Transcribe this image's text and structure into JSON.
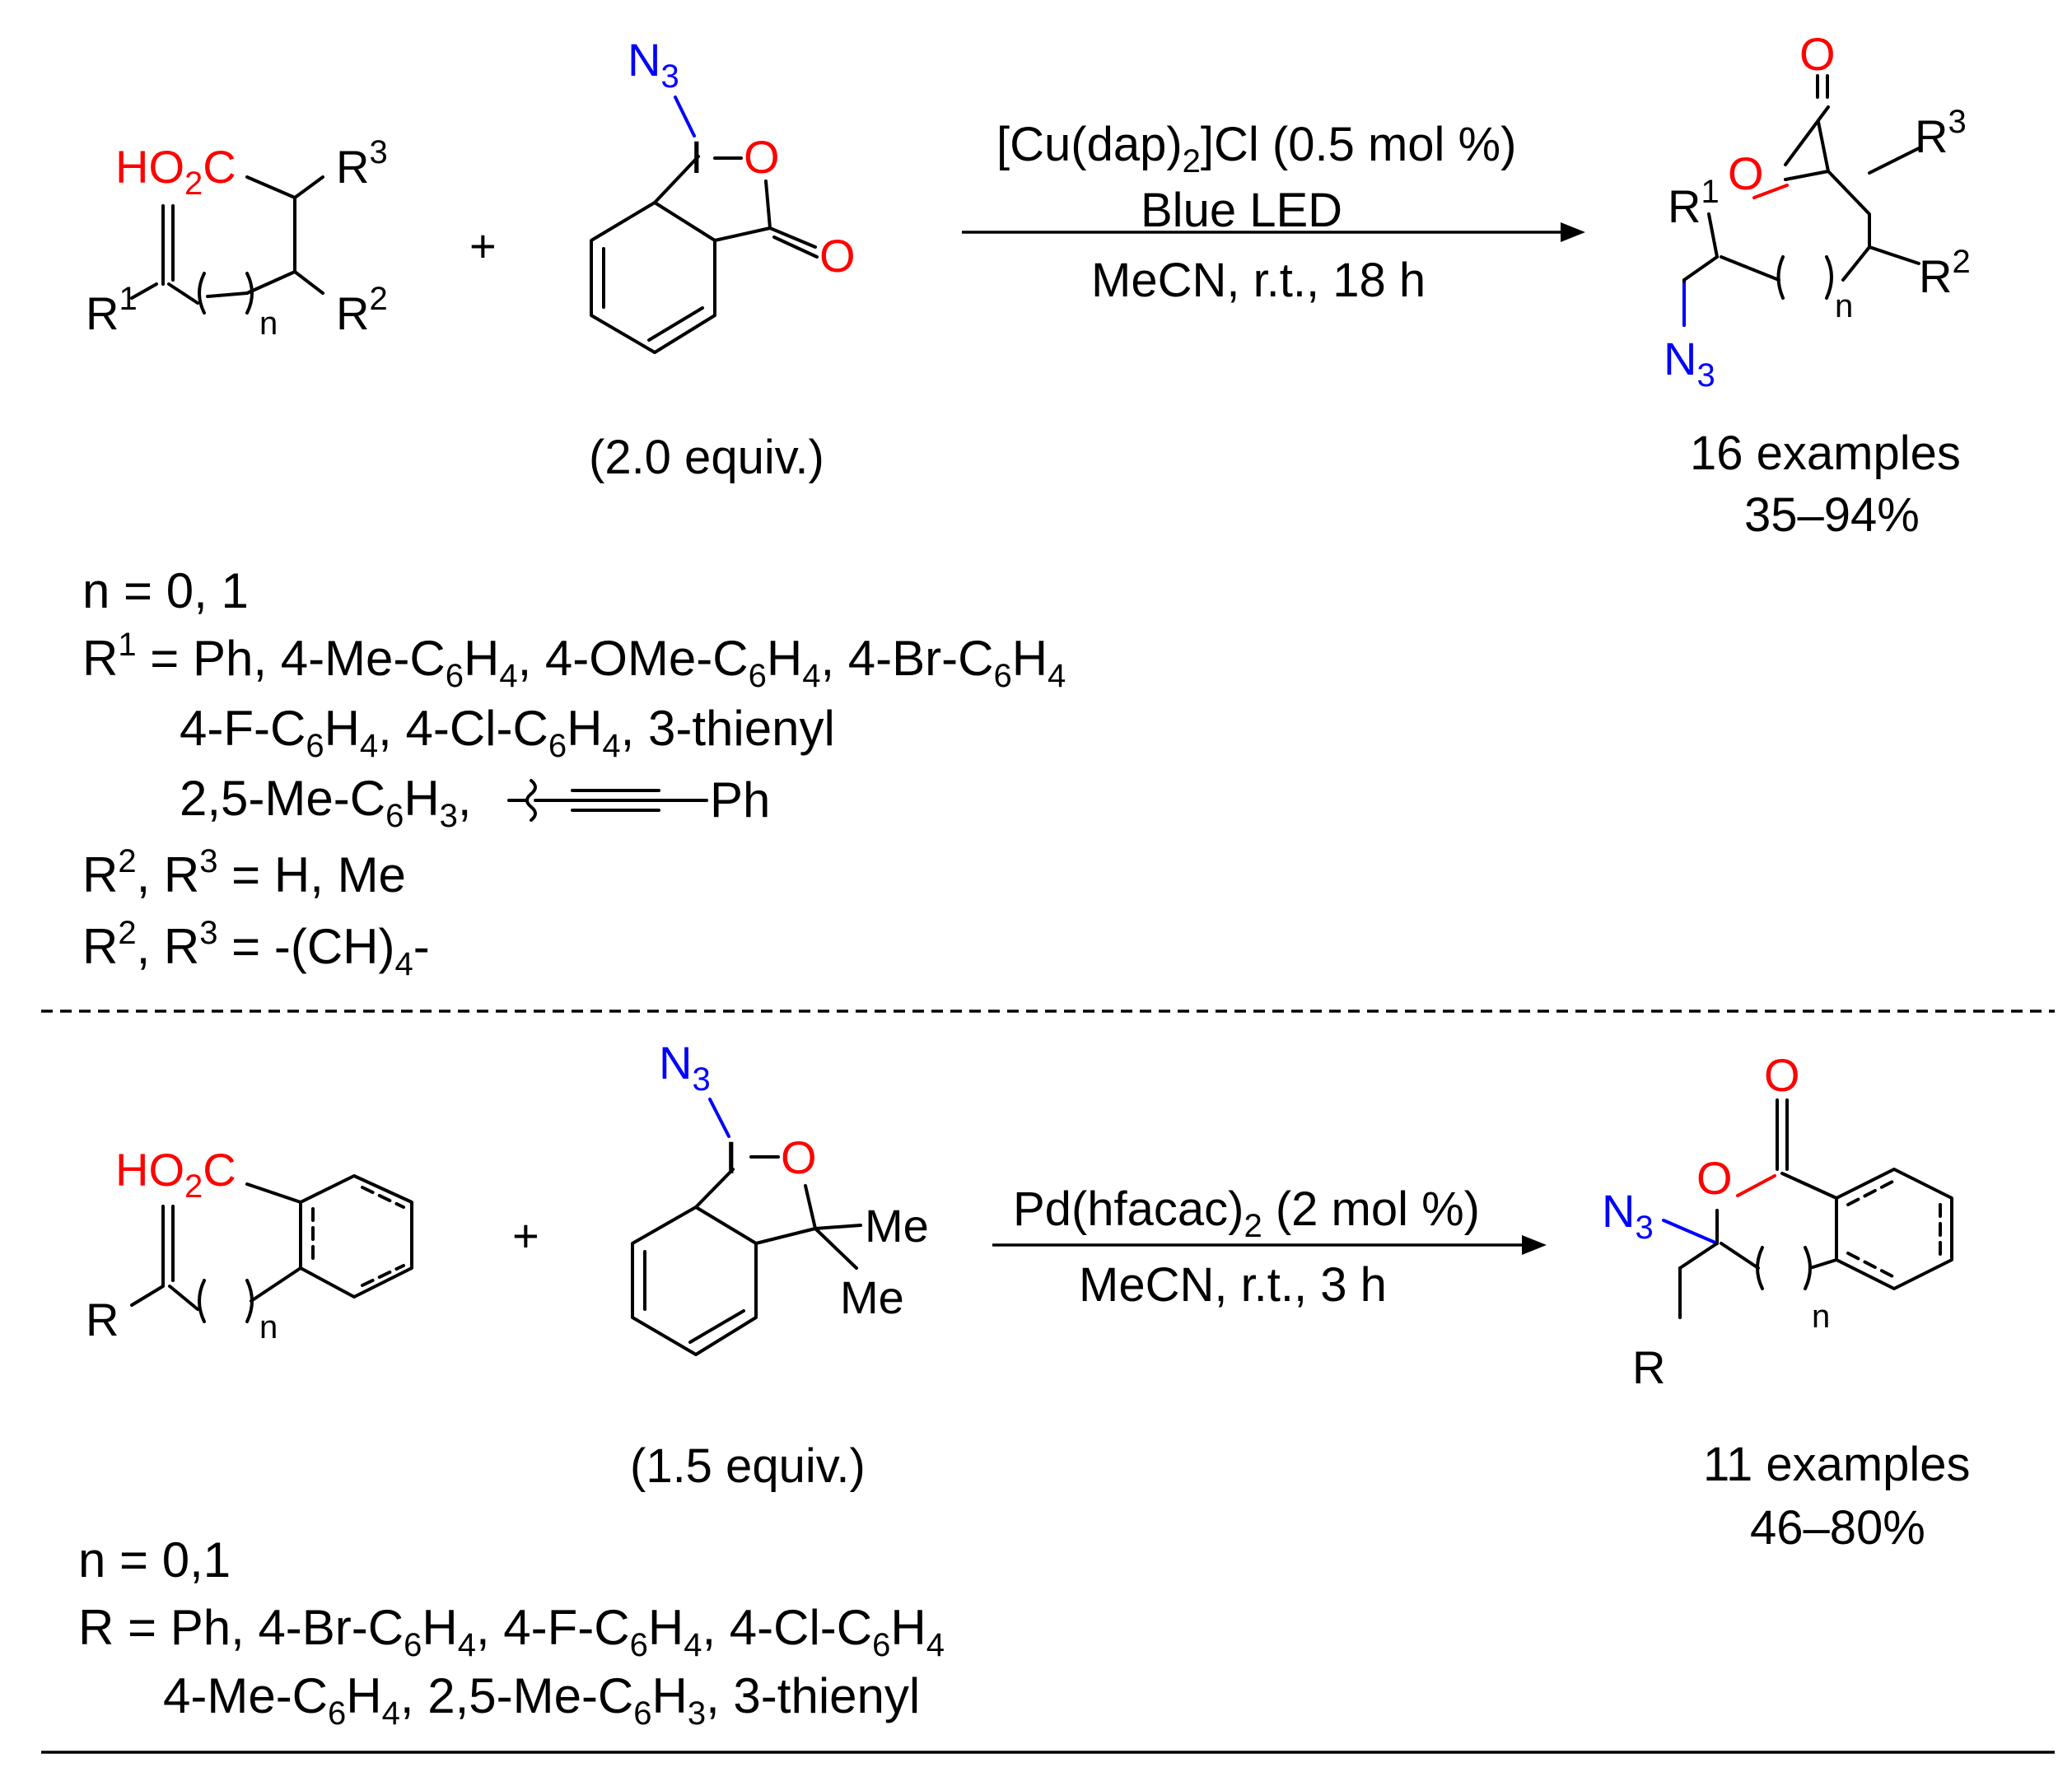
{
  "top": {
    "substrate": {
      "acid": "HO2C",
      "r1": "R1",
      "r2": "R2",
      "r3": "R3",
      "n": "n"
    },
    "plus": "+",
    "reagent": {
      "azide": "N3",
      "iodine": "I",
      "oxygen_ring": "O",
      "oxygen_carbonyl": "O",
      "equiv": "(2.0 equiv.)"
    },
    "conditions": {
      "catalyst": "[Cu(dap)2]Cl (0.5 mol %)",
      "light": "Blue LED",
      "solvent": "MeCN, r.t., 18 h"
    },
    "product": {
      "carbonyl_o": "O",
      "ring_o": "O",
      "r1": "R1",
      "r2": "R2",
      "r3": "R3",
      "azide": "N3",
      "n": "n"
    },
    "yield": {
      "examples": "16 examples",
      "range": "35–94%"
    },
    "variations": {
      "n": "n = 0, 1",
      "r1_line1": "R1 = Ph, 4-Me-C6H4, 4-OMe-C6H4, 4-Br-C6H4",
      "r1_line2": "4-F-C6H4, 4-Cl-C6H4, 3-thienyl",
      "r1_line3": "2,5-Me-C6H3,",
      "r1_alkyne_ph": "Ph",
      "r2r3_line1": "R2, R3 = H, Me",
      "r2r3_line2": "R2, R3 = -(CH)4-"
    }
  },
  "bottom": {
    "substrate": {
      "acid": "HO2C",
      "r": "R",
      "n": "n"
    },
    "plus": "+",
    "reagent": {
      "azide": "N3",
      "iodine": "I",
      "oxygen_ring": "O",
      "me1": "Me",
      "me2": "Me",
      "equiv": "(1.5 equiv.)"
    },
    "conditions": {
      "catalyst": "Pd(hfacac)2 (2 mol %)",
      "solvent": "MeCN, r.t., 3 h"
    },
    "product": {
      "carbonyl_o": "O",
      "ring_o": "O",
      "azide": "N3",
      "r": "R",
      "n": "n"
    },
    "yield": {
      "examples": "11 examples",
      "range": "46–80%"
    },
    "variations": {
      "n": "n = 0,1",
      "r_line1": "R = Ph, 4-Br-C6H4, 4-F-C6H4, 4-Cl-C6H4",
      "r_line2": "4-Me-C6H4, 2,5-Me-C6H3, 3-thienyl"
    }
  },
  "colors": {
    "oxygen": "#ff0000",
    "azide": "#0000ff",
    "bond": "#000000"
  }
}
